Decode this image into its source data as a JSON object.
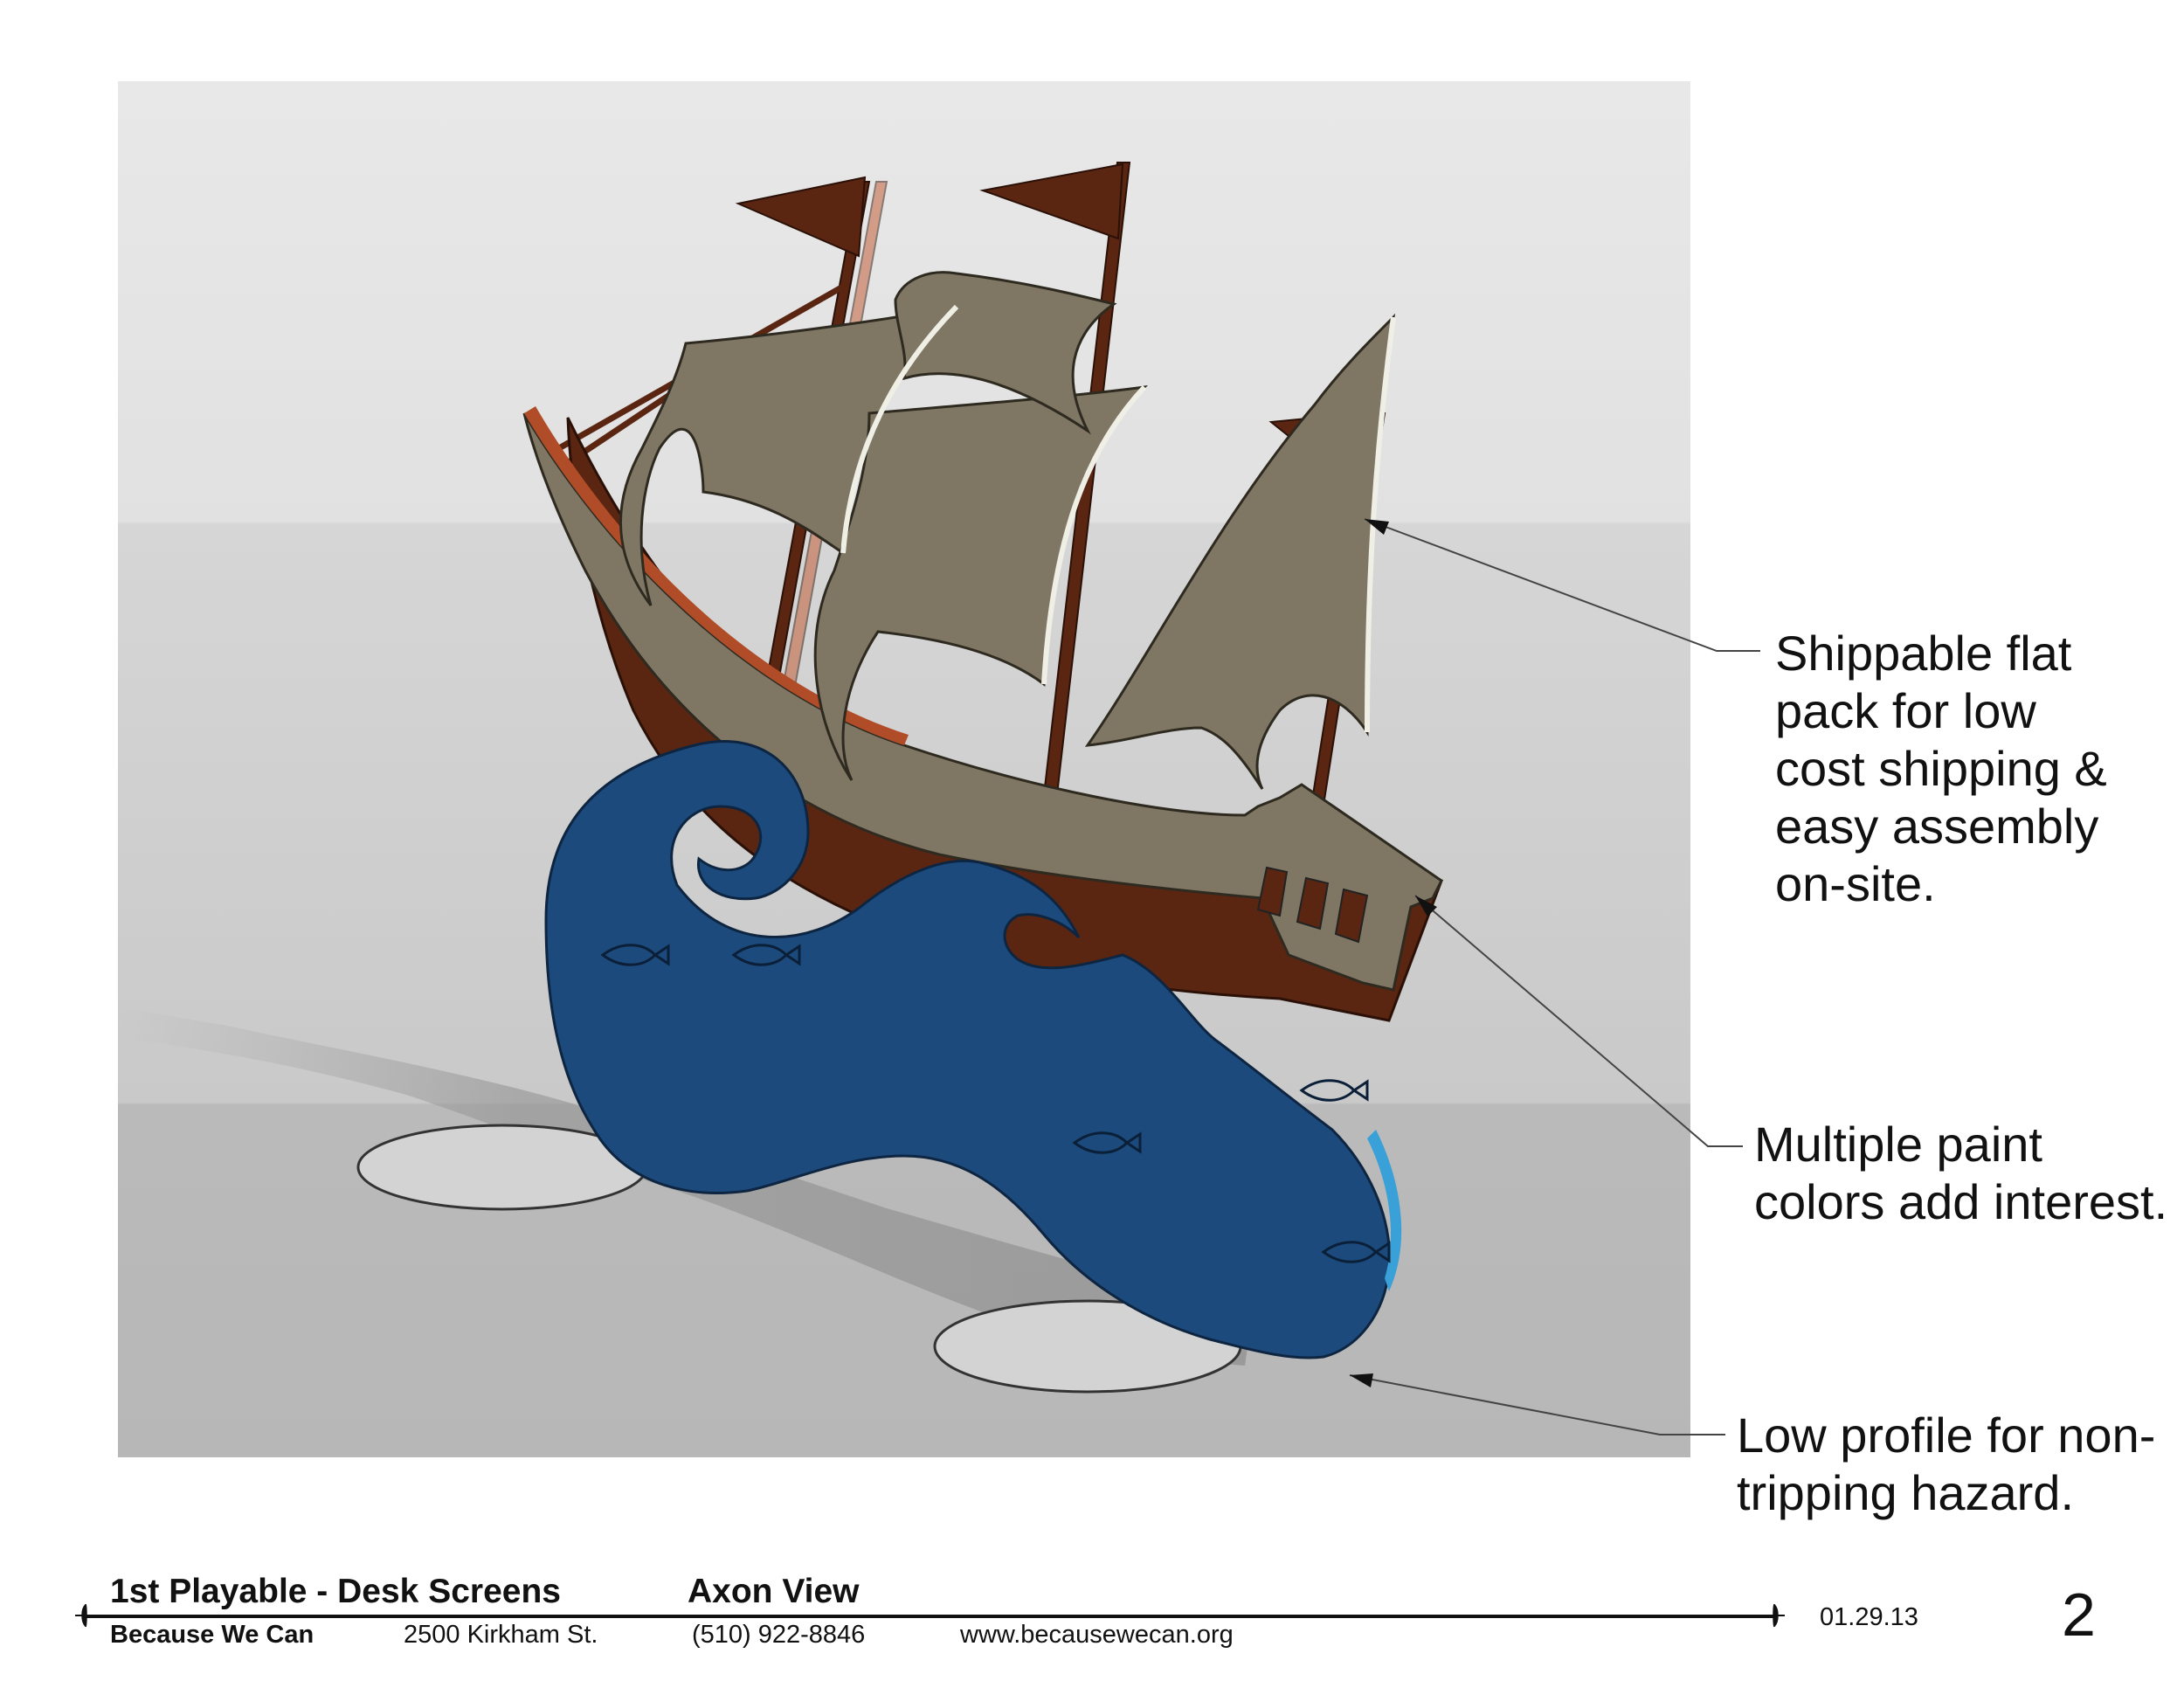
{
  "callouts": [
    {
      "text": "Shippable flat\npack for low\ncost shipping &\neasy assembly\non-site."
    },
    {
      "text": "Multiple paint\ncolors add interest."
    },
    {
      "text": "Low profile for non-\ntripping hazard."
    }
  ],
  "title_block": {
    "project": "1st Playable - Desk Screens",
    "view": "Axon View",
    "company": "Because We Can",
    "address": "2500 Kirkham St.",
    "phone": "(510) 922-8846",
    "website": "www.becausewecan.org",
    "date": "01.29.13",
    "sheet_number": "2"
  },
  "colors": {
    "hull_brown": "#5a2612",
    "sail_tan": "#7f7764",
    "wave_blue": "#1c4a7c",
    "wave_edge": "#3aa0d8",
    "base_disc": "#d2d2d2"
  }
}
